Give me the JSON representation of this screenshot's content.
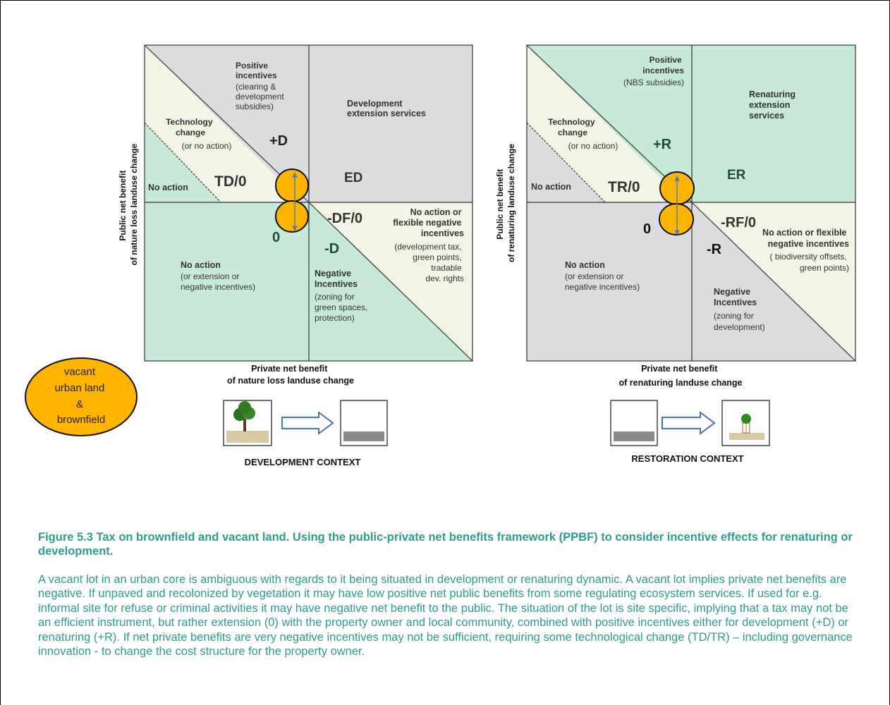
{
  "left_panel": {
    "axis_y": [
      "Public net benefit",
      "of  nature loss  landuse change"
    ],
    "axis_x": [
      "Private net benefit",
      "of nature loss landuse change"
    ],
    "pos_incentives": [
      "Positive",
      "incentives"
    ],
    "pos_incentives_note": [
      "(clearing &",
      "development",
      "subsidies)"
    ],
    "ext_services": [
      "Development",
      "extension services"
    ],
    "tech_change": [
      "Technology",
      "change"
    ],
    "tech_change_note": "(or no action)",
    "no_action_small": "No action",
    "plus_code": "+D",
    "tech_code": "TD/0",
    "ext_code": "ED",
    "flex_code": "-DF/0",
    "flex_text": [
      "No action or",
      "flexible negative",
      "incentives"
    ],
    "flex_note": [
      "(development tax,",
      "green points,",
      "tradable",
      "dev. rights"
    ],
    "zero_code": "0",
    "minus_code": "-D",
    "no_action_big": "No action",
    "no_action_big_note": [
      "(or extension or",
      "negative incentives)"
    ],
    "neg_incentives": [
      "Negative",
      "Incentives"
    ],
    "neg_incentives_note": [
      "(zoning for",
      "green spaces,",
      "protection)"
    ],
    "context_label": "DEVELOPMENT CONTEXT"
  },
  "right_panel": {
    "axis_y": [
      "Public net benefit",
      "of  renaturing landuse change"
    ],
    "axis_x": [
      "Private net benefit",
      "of renaturing landuse change"
    ],
    "pos_incentives": [
      "Positive",
      "incentives"
    ],
    "pos_incentives_note": [
      "(NBS subsidies)"
    ],
    "ext_services": [
      "Renaturing",
      "extension",
      "services"
    ],
    "tech_change": [
      "Technology",
      "change"
    ],
    "tech_change_note": "(or no action)",
    "no_action_small": "No action",
    "plus_code": "+R",
    "tech_code": "TR/0",
    "ext_code": "ER",
    "flex_code": "-RF/0",
    "flex_text": [
      "No action or flexible",
      "negative incentives"
    ],
    "flex_note": [
      "( biodiversity offsets,",
      "green points)"
    ],
    "zero_code": "0",
    "minus_code": "-R",
    "no_action_big": "No action",
    "no_action_big_note": [
      "(or extension or",
      "negative incentives)"
    ],
    "neg_incentives": [
      "Negative",
      "Incentives"
    ],
    "neg_incentives_note": [
      "(zoning for",
      "development)"
    ],
    "context_label": "RESTORATION CONTEXT"
  },
  "legend_ellipse": [
    "vacant",
    "urban land",
    "&",
    "brownfield"
  ],
  "caption": {
    "title": "Figure 5.3 Tax on brownfield and vacant land.  Using the public-private net benefits framework (PPBF) to consider incentive effects for renaturing or development.",
    "body": "A vacant lot in an urban core is ambiguous with regards to it being situated in development or renaturing dynamic. A vacant lot implies private net benefits are negative. If unpaved and recolonized by vegetation it may have low positive net public benefits from some regulating ecosystem services.  If used for e.g. informal site for refuse or criminal activities it may have negative net benefit to the public.  The situation of the lot is site specific, implying that a tax may not be an efficient instrument, but rather extension (0) with the property owner and local community, combined with positive incentives either for development (+D) or renaturing (+R). If net private benefits are very negative incentives may not be sufficient, requiring some technological change (TD/TR) – including governance innovation -  to change the cost structure for the property owner."
  },
  "colors": {
    "green": "#c7ead8",
    "grey": "#dcdcde",
    "cream": "#f4f4e6",
    "orange": "#ffb400",
    "teal_text": "#2e9c8f"
  }
}
